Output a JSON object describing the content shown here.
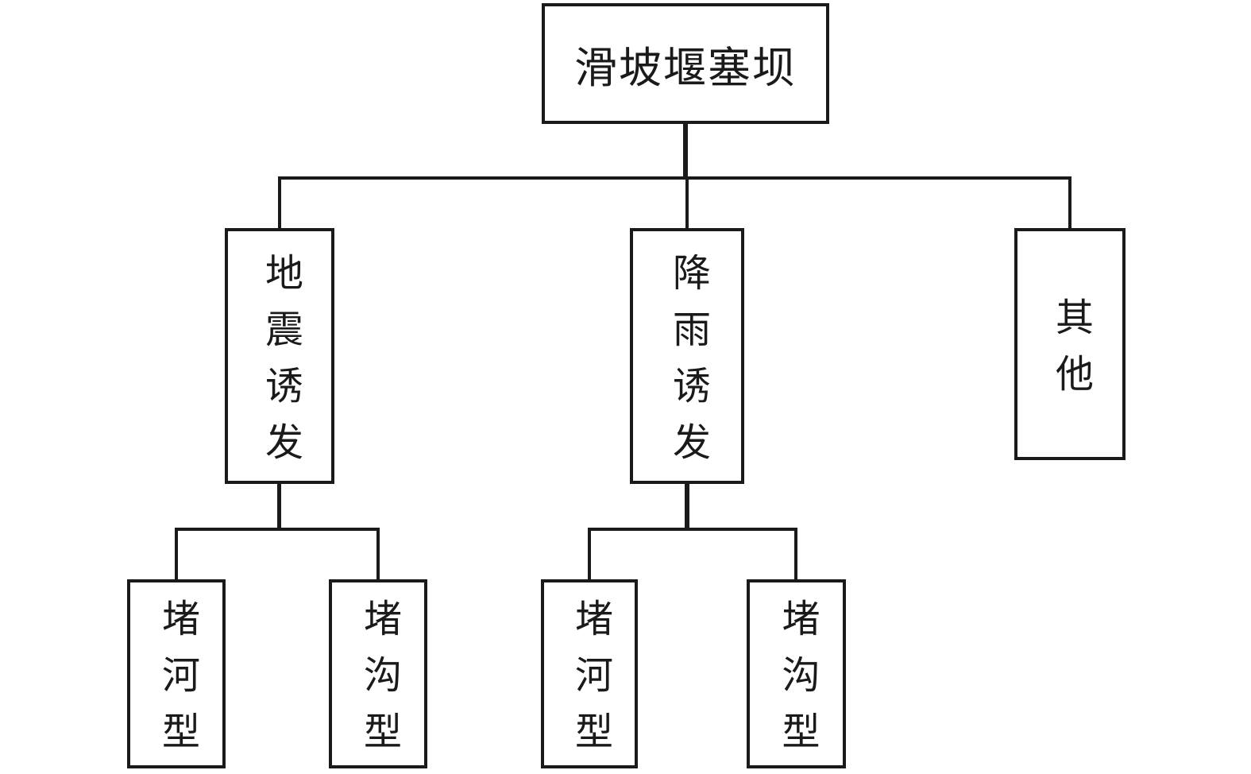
{
  "colors": {
    "line": "#1a1a1a",
    "text": "#1a1a1a",
    "node-bg": "#ffffff",
    "background": "#ffffff"
  },
  "diagram": {
    "type": "tree-flowchart",
    "root": {
      "label": "滑坡堰塞坝"
    },
    "level1": [
      {
        "id": "earthquake",
        "label": "地震诱发"
      },
      {
        "id": "rainfall",
        "label": "降雨诱发"
      },
      {
        "id": "other",
        "label": "其他"
      }
    ],
    "level2": [
      {
        "parent": "earthquake",
        "label": "堵河型"
      },
      {
        "parent": "earthquake",
        "label": "堵沟型"
      },
      {
        "parent": "rainfall",
        "label": "堵河型"
      },
      {
        "parent": "rainfall",
        "label": "堵沟型"
      }
    ]
  }
}
